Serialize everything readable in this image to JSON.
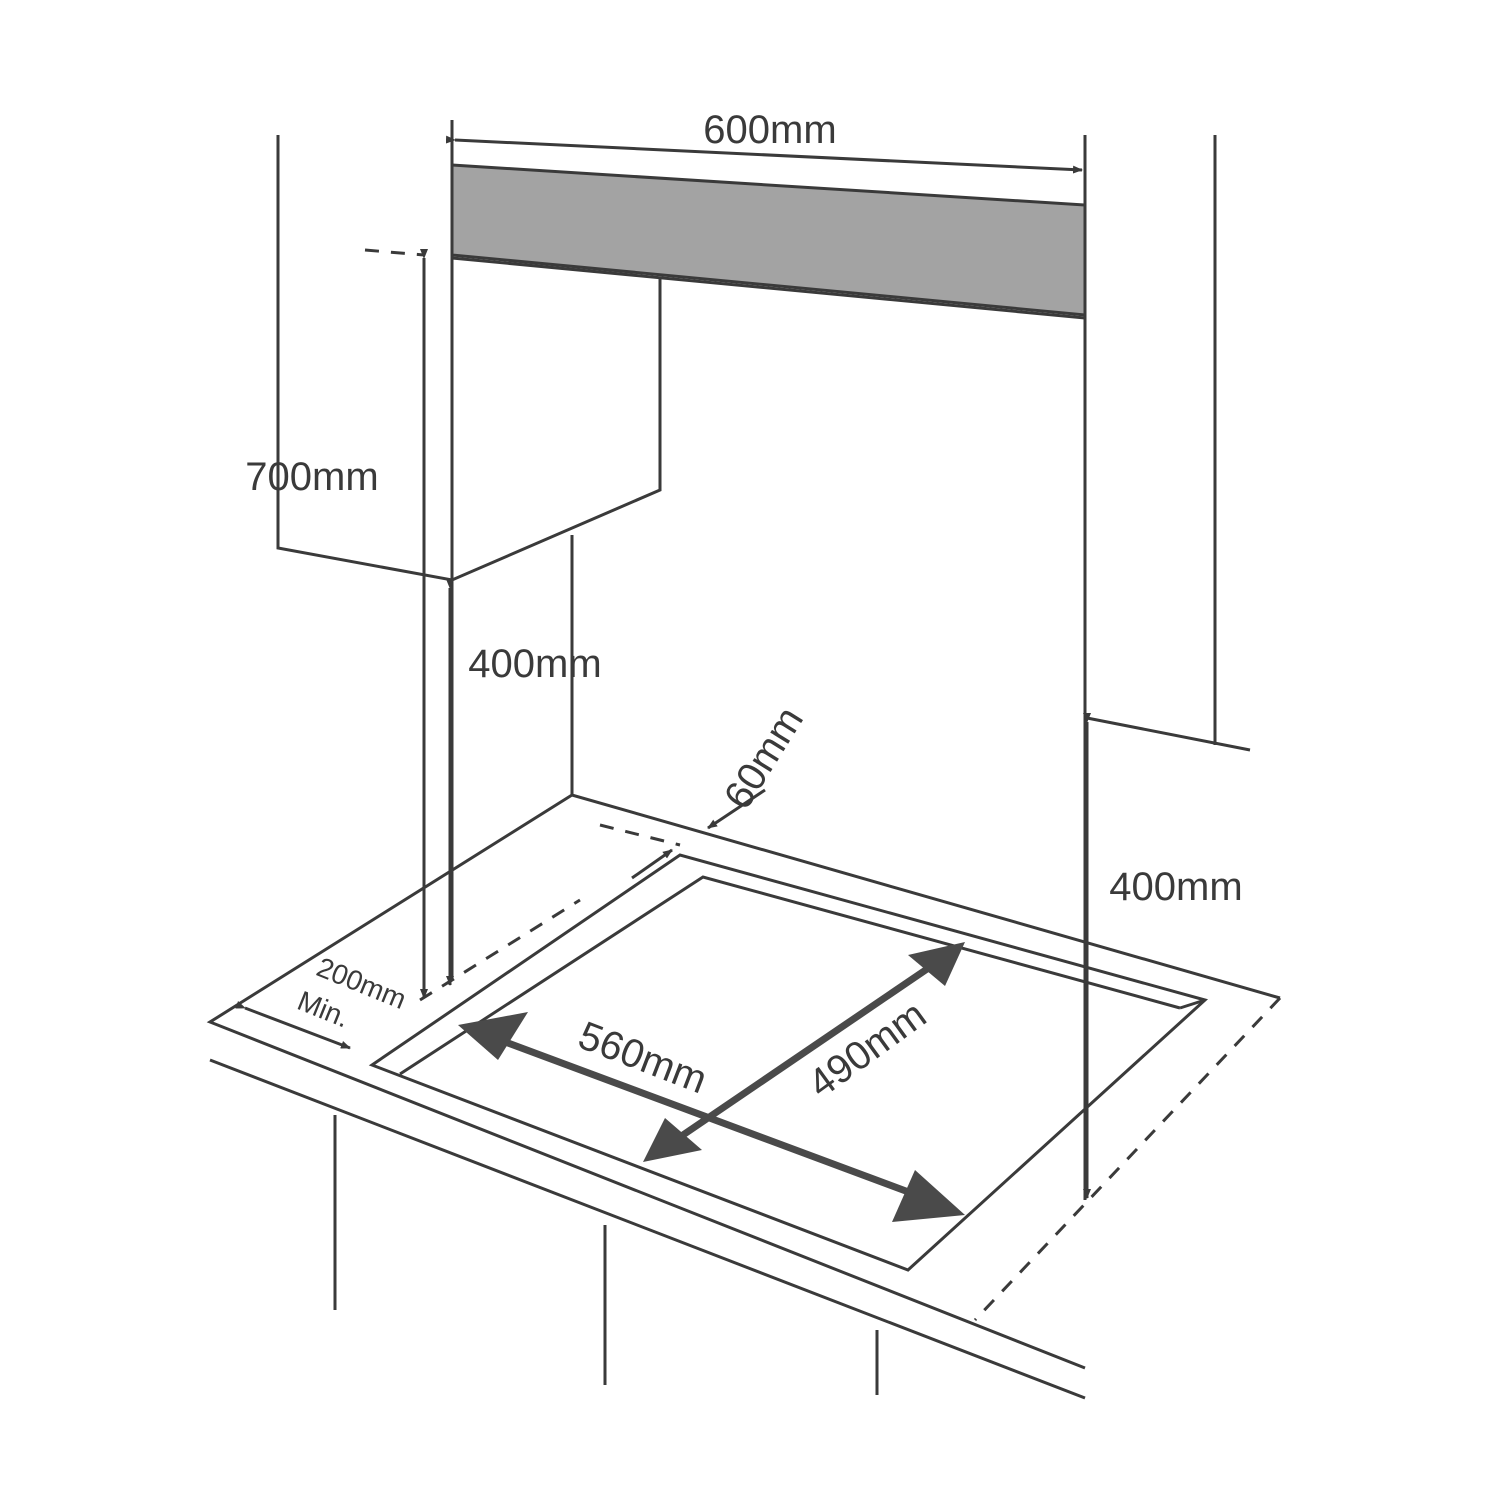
{
  "labels": {
    "hood_width": "600mm",
    "hood_height": "700mm",
    "cabinet_clearance_left": "400mm",
    "cabinet_clearance_right": "400mm",
    "back_gap": "60mm",
    "cutout_width": "560mm",
    "cutout_depth": "490mm",
    "side_clearance": "200mm",
    "side_clearance_note": "Min."
  },
  "colors": {
    "line": "#3a3a3a",
    "hood": "#a3a3a3",
    "arrow": "#4a4a4a"
  }
}
